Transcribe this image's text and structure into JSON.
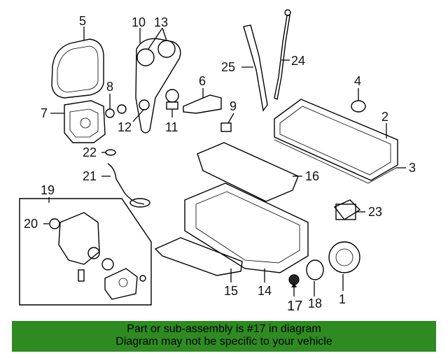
{
  "callouts": [
    "1",
    "2",
    "3",
    "4",
    "5",
    "6",
    "7",
    "8",
    "9",
    "10",
    "11",
    "12",
    "13",
    "14",
    "15",
    "16",
    "17",
    "18",
    "19",
    "20",
    "21",
    "22",
    "23",
    "24",
    "25"
  ],
  "highlighted_callout": "17",
  "banner": {
    "line1": "Part or sub-assembly is #17 in diagram",
    "line2": "Diagram may not be specific to your vehicle",
    "color": "#2e8b21"
  }
}
